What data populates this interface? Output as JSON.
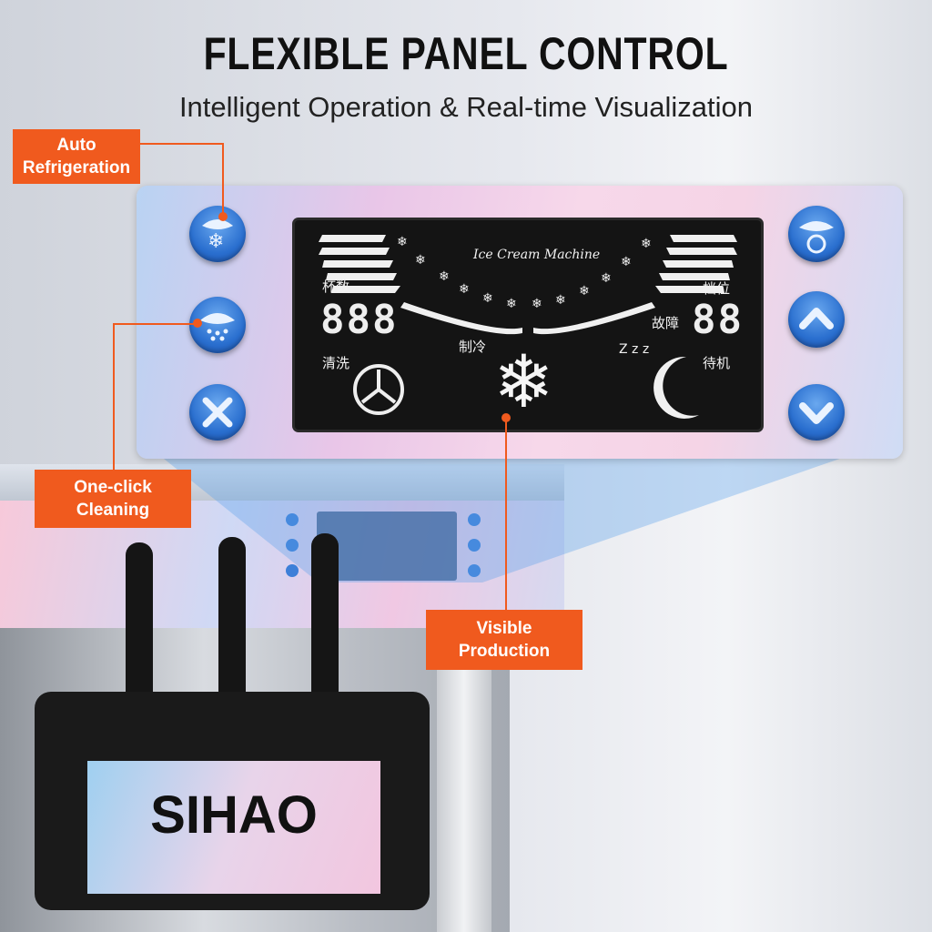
{
  "header": {
    "title": "FLEXIBLE PANEL CONTROL",
    "subtitle": "Intelligent Operation & Real-time Visualization"
  },
  "callouts": {
    "auto_refrigeration": "Auto\nRefrigeration",
    "one_click_cleaning": "One-click\nCleaning",
    "visible_production": "Visible\nProduction"
  },
  "display": {
    "machine_label": "Ice Cream Machine",
    "left_top_label": "杯数",
    "left_bottom_label": "清洗",
    "left_digits": "888",
    "center_label": "制冷",
    "right_top_label": "档位",
    "right_mid_label": "故障",
    "right_bottom_label": "待机",
    "right_digits": "88",
    "sleep_text": "Z z z"
  },
  "brand": {
    "logo": "SIHAO"
  },
  "colors": {
    "accent": "#f05a1e",
    "button_blue": "#2a6fcf",
    "lcd_bg": "#141414"
  }
}
